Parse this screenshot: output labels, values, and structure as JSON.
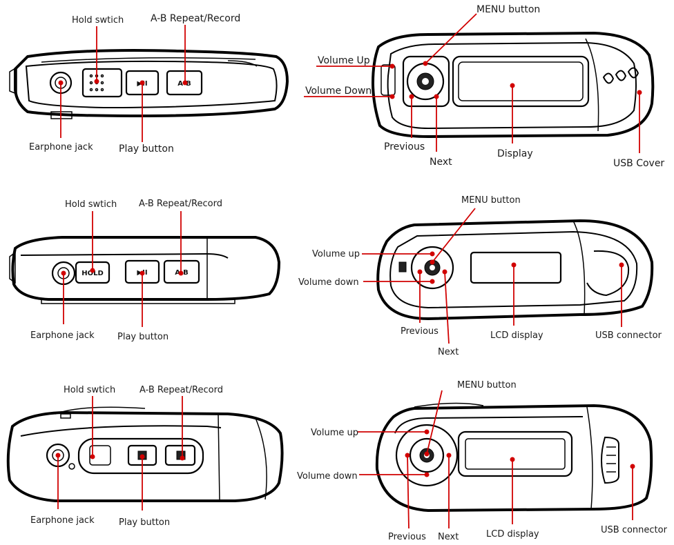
{
  "labels": {
    "r1_side_hold": "Hold swtich",
    "r1_side_ab": "A-B Repeat/Record",
    "r1_side_earphone": "Earphone jack",
    "r1_side_play": "Play button",
    "r1_front_menu": "MENU button",
    "r1_front_volup": "Volume Up",
    "r1_front_voldown": "Volume Down",
    "r1_front_prev": "Previous",
    "r1_front_next": "Next",
    "r1_front_display": "Display",
    "r1_front_usb": "USB Cover",
    "r2_side_hold": "Hold swtich",
    "r2_side_ab": "A-B Repeat/Record",
    "r2_side_earphone": "Earphone jack",
    "r2_side_play": "Play button",
    "r2_front_menu": "MENU button",
    "r2_front_volup": "Volume up",
    "r2_front_voldown": "Volume down",
    "r2_front_prev": "Previous",
    "r2_front_next": "Next",
    "r2_front_display": "LCD display",
    "r2_front_usb": "USB connector",
    "r3_side_hold": "Hold swtich",
    "r3_side_ab": "A-B Repeat/Record",
    "r3_side_earphone": "Earphone jack",
    "r3_side_play": "Play button",
    "r3_front_menu": "MENU button",
    "r3_front_volup": "Volume up",
    "r3_front_voldown": "Volume down",
    "r3_front_prev": "Previous",
    "r3_front_next": "Next",
    "r3_front_display": "LCD display",
    "r3_front_usb": "USB connector"
  },
  "buttons": {
    "r1_ab": "A-B",
    "r1_play": "▶II",
    "r2_ab": "A-B",
    "r2_play": "▶II",
    "r2_hold": "HOLD"
  },
  "colors": {
    "leader": "#d10000",
    "outline": "#000000"
  }
}
